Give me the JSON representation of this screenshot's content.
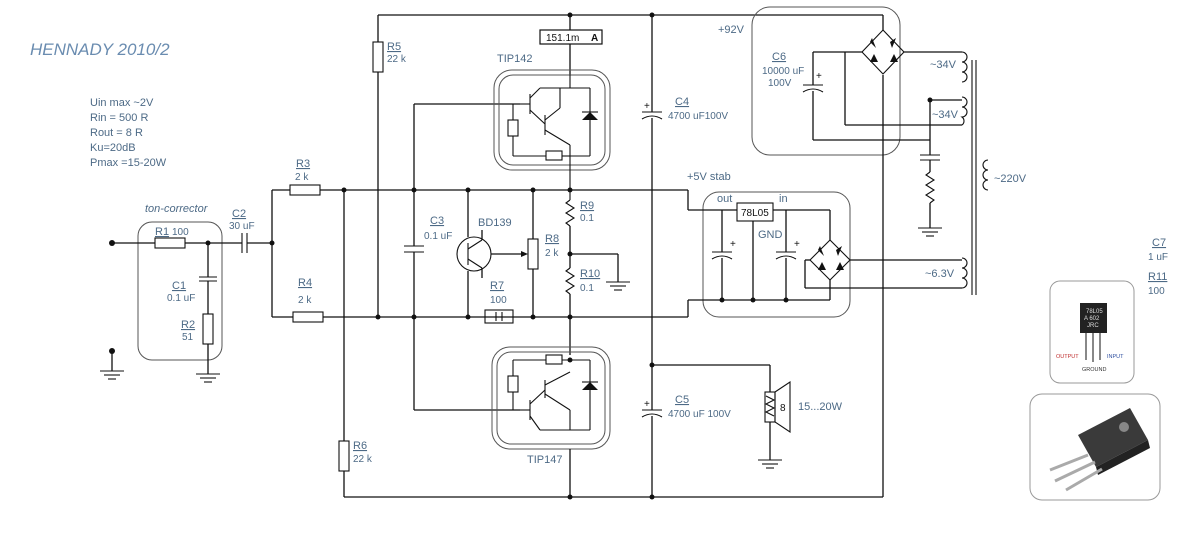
{
  "title": "HENNADY 2010/2",
  "specs": [
    "Uin max ~2V",
    "Rin = 500 R",
    "Rout = 8 R",
    "Ku=20dB",
    "Pmax =15-20W"
  ],
  "ton_corrector": "ton-corrector",
  "meter": {
    "value": "151.1m",
    "unit": "A"
  },
  "components": {
    "R1": {
      "ref": "R1",
      "value": "100"
    },
    "C1": {
      "ref": "C1",
      "value": "0.1 uF"
    },
    "R2": {
      "ref": "R2",
      "value": "51"
    },
    "C2": {
      "ref": "C2",
      "value": "30 uF"
    },
    "R3": {
      "ref": "R3",
      "value": "2 k"
    },
    "R4": {
      "ref": "R4",
      "value": "2 k"
    },
    "R5": {
      "ref": "R5",
      "value": "22 k"
    },
    "R6": {
      "ref": "R6",
      "value": "22 k"
    },
    "C3": {
      "ref": "C3",
      "value": "0.1 uF"
    },
    "Q": {
      "ref": "BD139"
    },
    "R7": {
      "ref": "R7",
      "value": "100"
    },
    "R8": {
      "ref": "R8",
      "value": "2 k"
    },
    "R9": {
      "ref": "R9",
      "value": "0.1"
    },
    "R10": {
      "ref": "R10",
      "value": "0.1"
    },
    "TIP142": {
      "ref": "TIP142"
    },
    "TIP147": {
      "ref": "TIP147"
    },
    "C4": {
      "ref": "C4",
      "value": "4700 uF100V"
    },
    "C5": {
      "ref": "C5",
      "value": "4700 uF 100V"
    },
    "C6": {
      "ref": "C6",
      "value": "10000 uF",
      "voltage": "100V"
    },
    "C7": {
      "ref": "C7",
      "value": "1 uF"
    },
    "R11": {
      "ref": "R11",
      "value": "100"
    },
    "REG": {
      "ref": "78L05",
      "out": "out",
      "in": "in",
      "gnd": "GND"
    },
    "SPK": {
      "value": "8",
      "power": "15...20W"
    }
  },
  "rails": {
    "plus92": "+92V",
    "plus5": "+5V stab",
    "ac34a": "~34V",
    "ac34b": "~34V",
    "ac220": "~220V",
    "ac63": "~6.3V"
  },
  "reg_photo": {
    "marking1": "78L05",
    "marking2": "A 602",
    "brand": "JRC",
    "output": "OUTPUT",
    "input": "INPUT",
    "ground": "GROUND"
  }
}
